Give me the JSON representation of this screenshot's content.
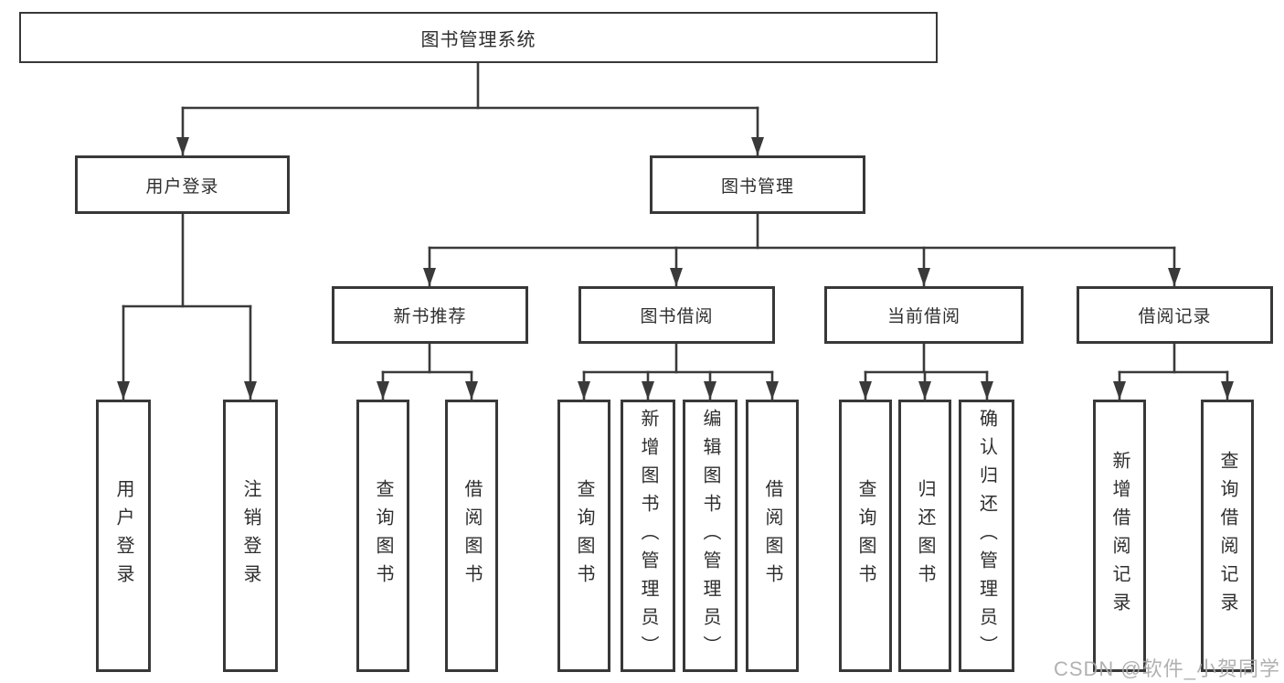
{
  "tree": {
    "root": "图书管理系统",
    "children": [
      {
        "label": "用户登录",
        "children": [
          "用户登录",
          "注销登录"
        ]
      },
      {
        "label": "图书管理",
        "children": [
          {
            "label": "新书推荐",
            "children": [
              "查询图书",
              "借阅图书"
            ]
          },
          {
            "label": "图书借阅",
            "children": [
              "查询图书",
              "新增图书（管理员）",
              "编辑图书（管理员）",
              "借阅图书"
            ]
          },
          {
            "label": "当前借阅",
            "children": [
              "查询图书",
              "归还图书",
              "确认归还（管理员）"
            ]
          },
          {
            "label": "借阅记录",
            "children": [
              "新增借阅记录",
              "查询借阅记录"
            ]
          }
        ]
      }
    ]
  },
  "watermark": "CSDN @软件_小贺同学",
  "colors": {
    "line": "#3a3a3a",
    "border": "#383838",
    "text": "#2e2e2e",
    "watermark": "#a8a8a8",
    "background": "#ffffff"
  }
}
